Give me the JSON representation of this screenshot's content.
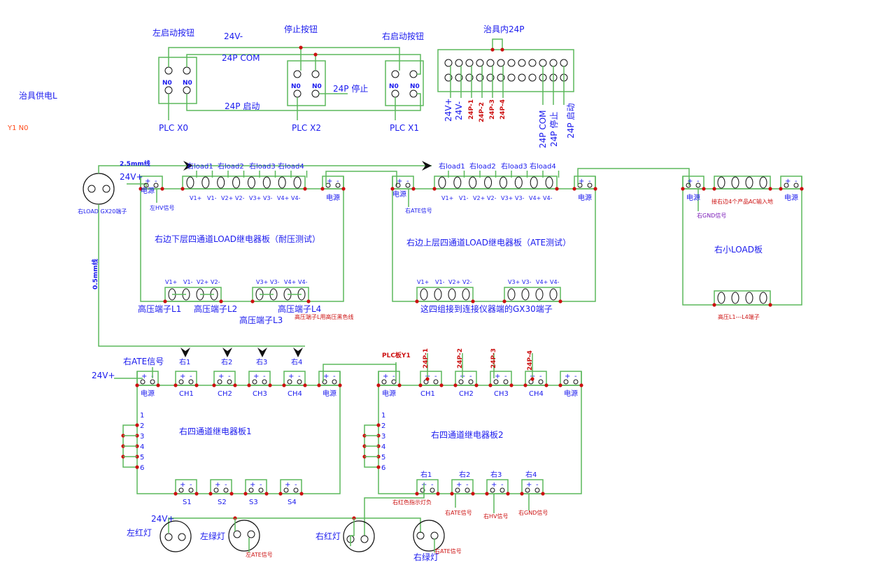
{
  "colors": {
    "text_blue": "#1a1aee",
    "wire_green": "#5cb85c",
    "junction_red": "#cc1111",
    "note_red": "#cc1111",
    "note_purple": "#7a1ab8",
    "note_orange": "#ff4a1a"
  },
  "terminal": {
    "plus": "+",
    "minus": "-"
  },
  "left_notes": {
    "fixture_power": "治具供电L",
    "y1_no": "Y1 N0"
  },
  "top_buttons": {
    "left_start": "左启动按钮",
    "stop": "停止按钮",
    "right_start": "右启动按钮",
    "v24_minus": "24V-",
    "com": "24P COM",
    "start_line": "24P 启动",
    "stop_line": "24P 停止",
    "no": "N0",
    "plc_x0": "PLC X0",
    "plc_x2": "PLC X2",
    "plc_x1": "PLC X1"
  },
  "connector_24p": {
    "title": "治具内24P",
    "pins": [
      "24V+",
      "24V-",
      "24P-1",
      "24P-2",
      "24P-3",
      "24P-4",
      "24P COM",
      "24P 停止",
      "24P 启动"
    ]
  },
  "gx20": {
    "label": "右LOAD GX20端子",
    "wire_25": "2.5mm线",
    "wire_05": "0.5mm线",
    "v24_plus": "24V+"
  },
  "load_board_lower": {
    "title": "右边下层四通道LOAD继电器板（耐压测试）",
    "power": "电源",
    "hv_signal": "左HV信号",
    "loads": [
      "右load1",
      "右load2",
      "右load3",
      "右load4"
    ],
    "pins": [
      "V1+",
      "V1-",
      "V2+",
      "V2-",
      "V3+",
      "V3-",
      "V4+",
      "V4-"
    ],
    "hv_terminals": [
      "高压端子L1",
      "高压端子L2",
      "高压端子L3",
      "高压端子L4"
    ],
    "hv_note": "高压端子L用高压黑色线"
  },
  "load_board_upper": {
    "title": "右边上层四通道LOAD继电器板（ATE测试）",
    "power": "电源",
    "ate_signal": "右ATE信号",
    "loads": [
      "右load1",
      "右load2",
      "右load3",
      "右load4"
    ],
    "pins": [
      "V1+",
      "V1-",
      "V2+",
      "V2-",
      "V3+",
      "V3-",
      "V4+",
      "V4-"
    ],
    "gx30_note": "这四组接到连接仪器端的GX30端子"
  },
  "small_load": {
    "title": "右小LOAD板",
    "power": "电源",
    "ac_note": "接右边4个产品AC输入地",
    "gnd_signal": "右GND信号",
    "hv_note": "高压L1---L4端子"
  },
  "relay_board_1": {
    "title": "右四通道继电器板1",
    "ate_signal": "右ATE信号",
    "v24_plus": "24V+",
    "power": "电源",
    "channels": [
      "CH1",
      "CH2",
      "CH3",
      "CH4"
    ],
    "inputs": [
      "右1",
      "右2",
      "右3",
      "右4"
    ],
    "numbers": [
      "1",
      "2",
      "3",
      "4",
      "5",
      "6"
    ],
    "outputs": [
      "S1",
      "S2",
      "S3",
      "S4"
    ]
  },
  "relay_board_2": {
    "title": "右四通道继电器板2",
    "plc_y1": "PLC板Y1",
    "power": "电源",
    "channels": [
      "CH1",
      "CH2",
      "CH3",
      "CH4"
    ],
    "pins": [
      "24P-1",
      "24P-2",
      "24P-3",
      "24P-4"
    ],
    "numbers": [
      "1",
      "2",
      "3",
      "4",
      "5",
      "6"
    ],
    "outputs": [
      "右1",
      "右2",
      "右3",
      "右4"
    ],
    "signals": [
      "右红色指示灯负",
      "右ATE信号",
      "右HV信号",
      "右GND信号"
    ]
  },
  "lamps": {
    "v24_plus": "24V+",
    "left_red": "左红灯",
    "left_green": "左绿灯",
    "right_red": "右红灯",
    "right_green": "右绿灯",
    "left_ate": "左ATE信号",
    "right_ate": "右ATE信号"
  }
}
